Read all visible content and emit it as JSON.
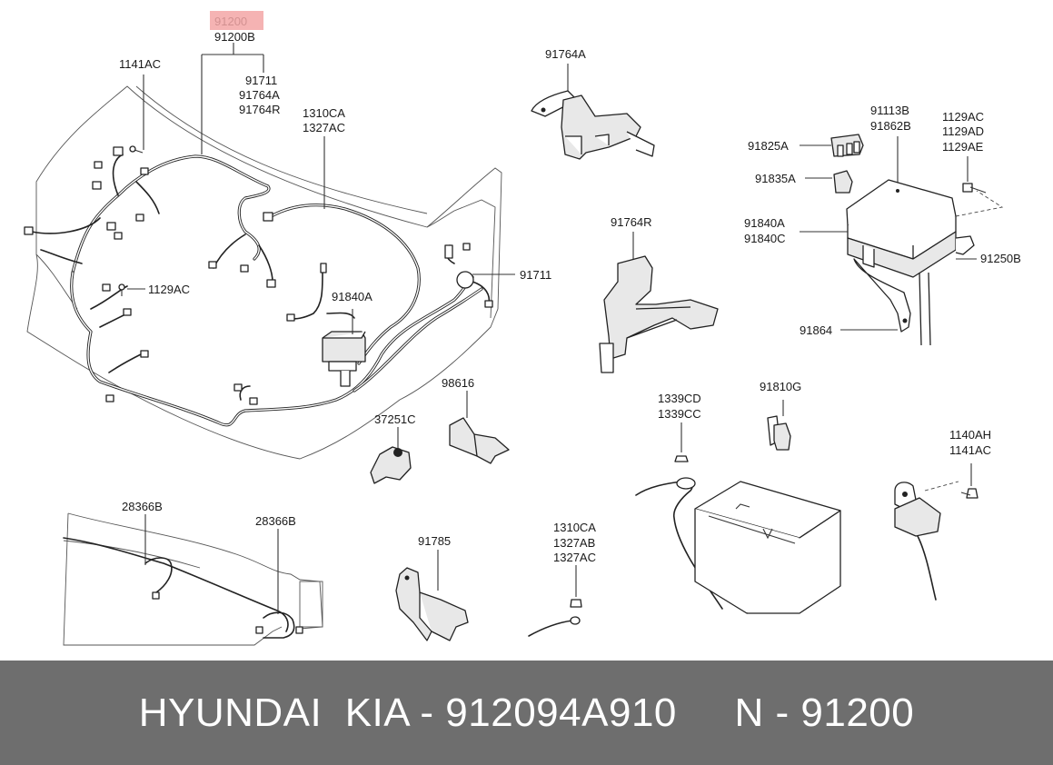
{
  "highlight_color": "#f3a6a6",
  "footer_color": "#6e6e6e",
  "labels": {
    "harness_main": "91200",
    "harness_main_b": "91200B",
    "sub_91711": "91711",
    "sub_91764A": "91764A",
    "sub_91764R": "91764R",
    "bolt_top_left": "1141AC",
    "wire_1310CA": "1310CA",
    "wire_1327AC": "1327AC",
    "bolt_left": "1129AC",
    "relay_box_center": "91840A",
    "grommet_right": "91711",
    "cover_top": "91764A",
    "cover_mid": "91764R",
    "fuse_box_top_1": "91113B",
    "fuse_box_top_2": "91862B",
    "bolt_right_1": "1129AC",
    "bolt_right_2": "1129AD",
    "bolt_right_3": "1129AE",
    "fuse_91825A": "91825A",
    "fuse_91835A": "91835A",
    "box_91840A": "91840A",
    "box_91840C": "91840C",
    "bracket_91250B": "91250B",
    "bracket_91864": "91864",
    "bracket_98616": "98616",
    "bracket_37251C": "37251C",
    "nut_1339CD": "1339CD",
    "nut_1339CC": "1339CC",
    "relay_91810G": "91810G",
    "bolt_1140AH": "1140AH",
    "bolt_1141AC": "1141AC",
    "clip_28366B_1": "28366B",
    "clip_28366B_2": "28366B",
    "bracket_91785": "91785",
    "ground_1310CA": "1310CA",
    "ground_1327AB": "1327AB",
    "ground_1327AC": "1327AC"
  },
  "footer": {
    "text": "HYUNDAI  KIA - 912094A910     N - 91200"
  }
}
